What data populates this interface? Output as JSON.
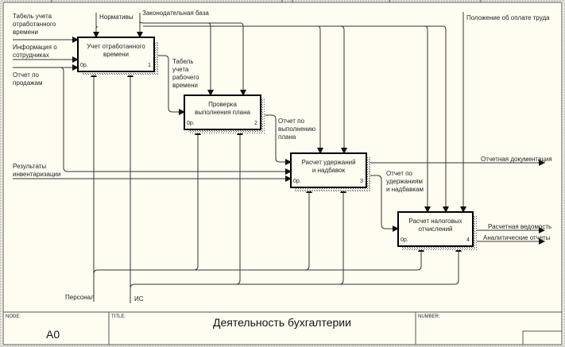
{
  "diagram": {
    "title_label": "TITLE:",
    "title": "Деятельность бухгалтерии",
    "node_label": "NODE:",
    "node": "A0",
    "number_label": "NUMBER:",
    "boxes": [
      {
        "name": "Учет отработанного времени",
        "lines": [
          "Учет отработанного",
          "времени"
        ],
        "cost": "0р.",
        "num": "1"
      },
      {
        "name": "Проверка выполнения плана",
        "lines": [
          "Проверка",
          "выполнения плана"
        ],
        "cost": "0р.",
        "num": "2"
      },
      {
        "name": "Расчет удержаний и надбавок",
        "lines": [
          "Расчет удержаний",
          "и надбавок"
        ],
        "cost": "0р.",
        "num": "3"
      },
      {
        "name": "Расчет налоговых отчислений",
        "lines": [
          "Расчет налоговых",
          "отчислений"
        ],
        "cost": "0р.",
        "num": "4"
      }
    ],
    "inputs": {
      "timesheet": [
        "Табель учета",
        "отработанного",
        "времени"
      ],
      "employees": [
        "Информация о",
        "сотрудниках"
      ],
      "sales": [
        "Отчет по",
        "продажам"
      ],
      "inventory": [
        "Результаты",
        "инвентаризации"
      ]
    },
    "controls": {
      "norms": "Нормативы",
      "law": "Законодательная база",
      "pay": "Положение об оплате труда"
    },
    "mechanisms": {
      "staff": "Персонал",
      "is": "ИС"
    },
    "internal": {
      "work_timesheet": [
        "Табель",
        "учета",
        "рабочего",
        "времени"
      ],
      "plan_report": [
        "Отчет по",
        "выполнению",
        "плана"
      ],
      "deductions_report": [
        "Отчет по",
        "удержаниям",
        "и надбавкам"
      ]
    },
    "outputs": {
      "docs": "Отчетная документация",
      "payroll": "Расчетная ведомость",
      "analytics": "Аналитические отчеты"
    }
  }
}
